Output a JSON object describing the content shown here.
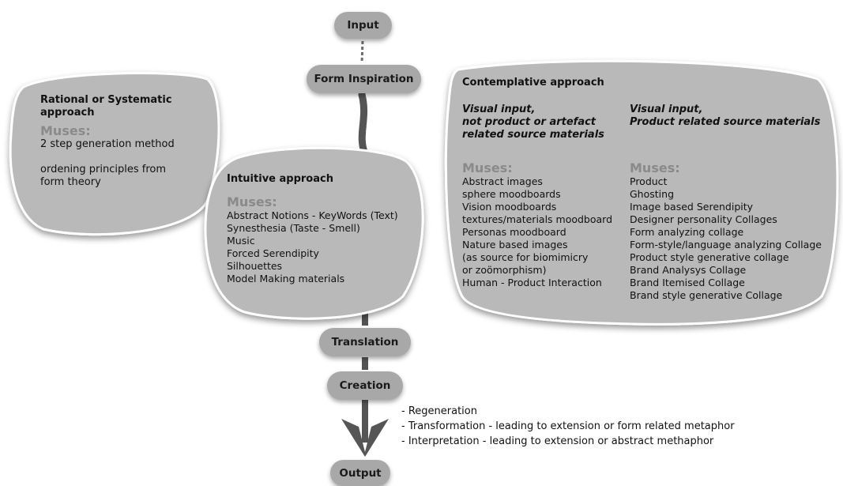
{
  "flow": {
    "input": "Input",
    "form_inspiration": "Form Inspiration",
    "translation": "Translation",
    "creation": "Creation",
    "output": "Output"
  },
  "rational": {
    "title": "Rational or Systematic approach",
    "muses_label": "Muses:",
    "items": [
      "2 step generation method",
      "",
      "ordening principles from",
      "form theory"
    ]
  },
  "intuitive": {
    "title": "Intuitive approach",
    "muses_label": "Muses:",
    "items": [
      "Abstract Notions - KeyWords (Text)",
      "Synesthesia (Taste - Smell)",
      "Music",
      "Forced Serendipity",
      "Silhouettes",
      "Model Making materials"
    ]
  },
  "contemplative": {
    "title": "Contemplative approach",
    "left_heading": [
      "Visual input,",
      "not product or artefact",
      "related source materials"
    ],
    "right_heading": [
      "Visual input,",
      "Product related source materials"
    ],
    "left_muses_label": "Muses:",
    "right_muses_label": "Muses:",
    "left_items": [
      "Abstract images",
      "sphere moodboards",
      "Vision moodboards",
      "textures/materials moodboard",
      "Personas moodboard",
      "Nature based images",
      "(as source for biomimicry",
      "or zoömorphism)",
      "Human - Product Interaction"
    ],
    "right_items": [
      "Product",
      "Ghosting",
      "Image based Serendipity",
      "Designer personality Collages",
      "Form analyzing collage",
      "Form-style/language analyzing Collage",
      "Product style generative collage",
      "Brand Analysys Collage",
      "Brand Itemised Collage",
      "Brand style generative Collage"
    ]
  },
  "creation_notes": [
    "- Regeneration",
    "- Transformation - leading to extension or form related metaphor",
    "- Interpretation - leading to extension or abstract methaphor"
  ],
  "colors": {
    "blob": "#b9b9b9",
    "pill": "#a8a8a8",
    "muses": "#8a8a8a",
    "stroke": "#555555"
  }
}
